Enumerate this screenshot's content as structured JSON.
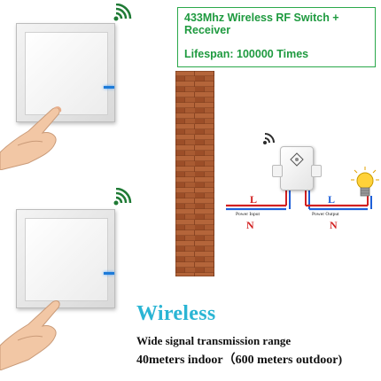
{
  "info_box": {
    "title": "433Mhz Wireless RF Switch + Receiver",
    "lifespan": "Lifespan: 100000 Times"
  },
  "wiring": {
    "live_label": "L",
    "neutral_label": "N",
    "power_input": "Power Input",
    "power_output": "Power Output"
  },
  "caption": {
    "title": "Wireless",
    "line1": "Wide signal transmission range",
    "line2": "40meters indoor（600 meters outdoor)"
  },
  "colors": {
    "accent_green": "#1e9a3f",
    "title_cyan": "#2bb5d4",
    "live_wire": "#d22020",
    "neutral_wire": "#1e5fd8",
    "led_blue": "#1e7bd8"
  },
  "icons": [
    "wifi-signal-icon",
    "light-bulb-icon",
    "brick-wall",
    "receiver-module",
    "hand-pressing"
  ]
}
